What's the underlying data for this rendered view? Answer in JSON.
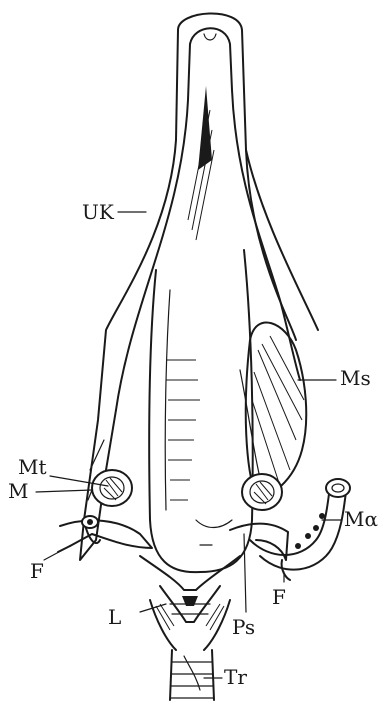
{
  "labels": {
    "uk": "UK",
    "ms": "Ms",
    "mt": "Mt",
    "m": "M",
    "ma": "Mα",
    "f_left": "F",
    "f_right": "F",
    "l": "L",
    "ps": "Ps",
    "tr": "Tr"
  }
}
